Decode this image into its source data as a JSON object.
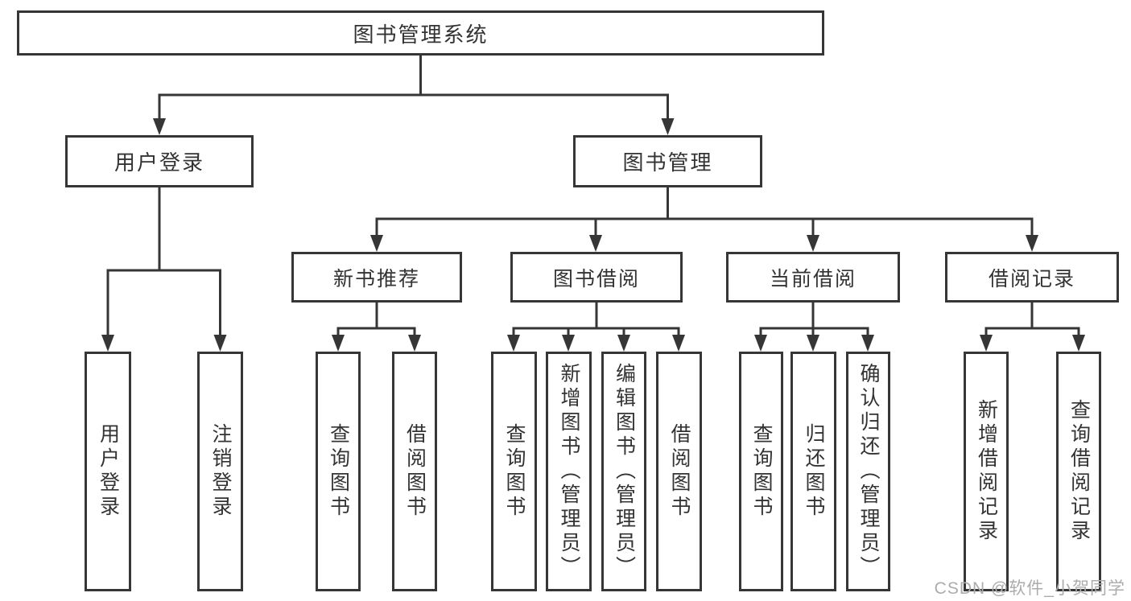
{
  "diagram": {
    "root": {
      "label": "图书管理系统"
    },
    "level2": [
      {
        "label": "用户登录",
        "children": [
          "用户登录",
          "注销登录"
        ]
      },
      {
        "label": "图书管理",
        "children": [
          {
            "label": "新书推荐",
            "children": [
              "查询图书",
              "借阅图书"
            ]
          },
          {
            "label": "图书借阅",
            "children": [
              "查询图书",
              "新增图书（管理员）",
              "编辑图书（管理员）",
              "借阅图书"
            ]
          },
          {
            "label": "当前借阅",
            "children": [
              "查询图书",
              "归还图书",
              "确认归还（管理员）"
            ]
          },
          {
            "label": "借阅记录",
            "children": [
              "新增借阅记录",
              "查询借阅记录"
            ]
          }
        ]
      }
    ]
  },
  "watermark": {
    "text": "CSDN @软件_小贺同学"
  },
  "colors": {
    "line": "#363636",
    "text": "#333333",
    "watermark": "#acacac",
    "background": "#ffffff"
  }
}
